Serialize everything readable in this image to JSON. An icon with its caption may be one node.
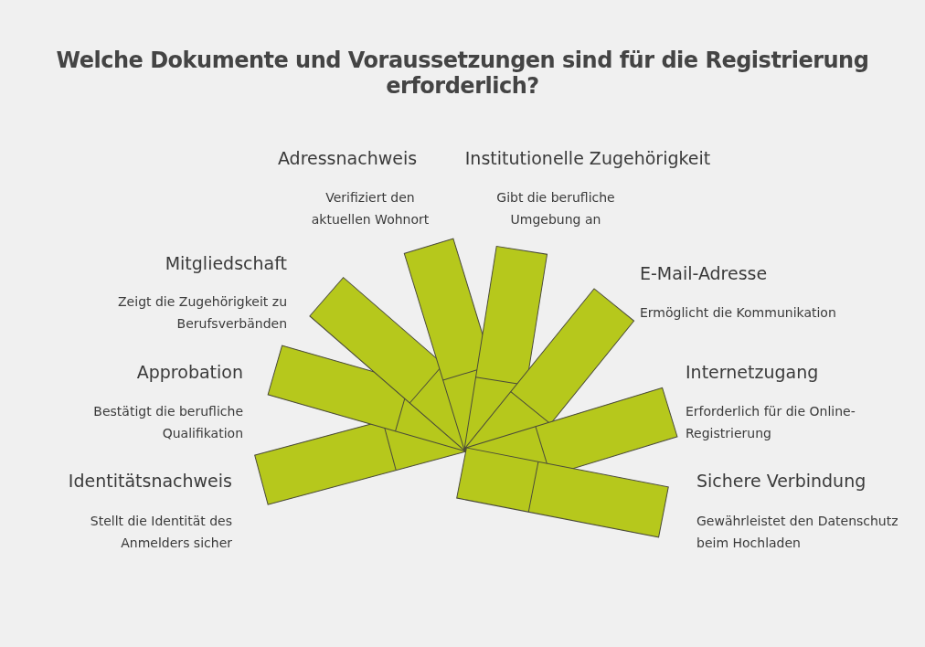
{
  "diagram": {
    "title": "Welche Dokumente und Voraussetzungen sind für die Registrierung erforderlich?",
    "labels": [
      "Adressnachweis",
      "Verifiziert den aktuellen Wohnort",
      "Institutionelle Zugehörigkeit",
      "Gibt die berufliche Umgebung an",
      "Mitgliedschaft",
      "Zeigt die Zugehörigkeit zu Berufsverbänden",
      "E-Mail-Adresse",
      "Ermöglicht die Kommunikation",
      "Approbation",
      "Bestätigt die berufliche Qualifikation",
      "Internetzugang",
      "Erforderlich für die Online-Registrierung",
      "Identitätsnachweis",
      "Stellt die Identität des Anmelders sicher",
      "Sichere Verbindung",
      "Gewährleistet den Datenschutz beim Hochladen"
    ]
  }
}
